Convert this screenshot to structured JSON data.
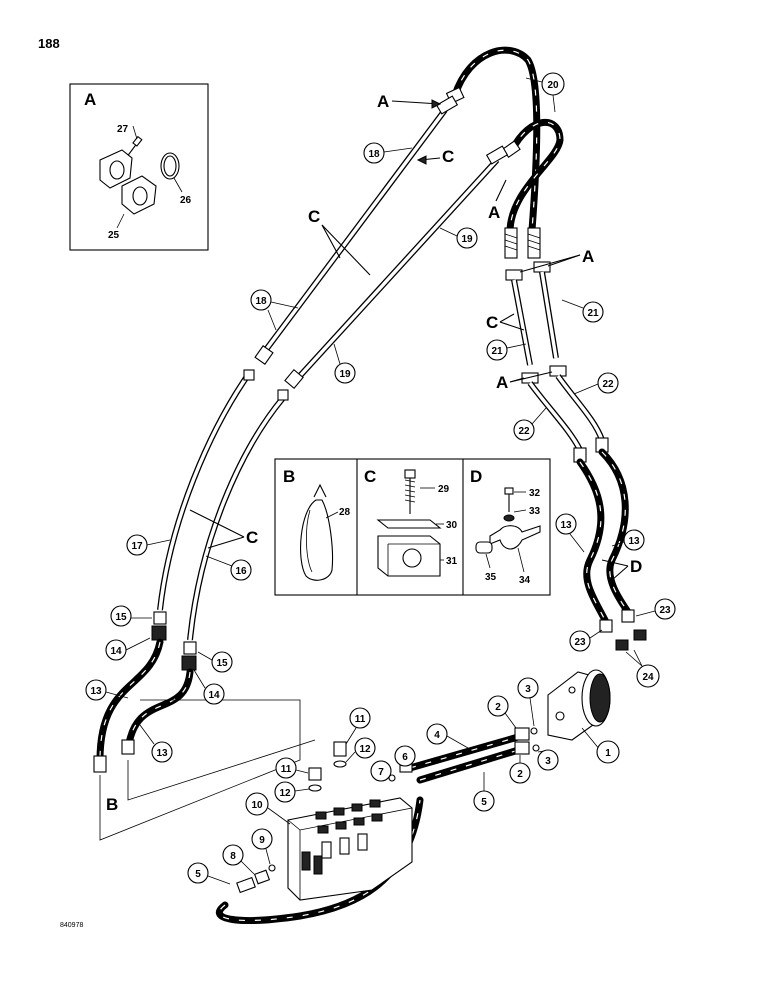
{
  "page_number": "188",
  "figure_code": "840978",
  "insets": {
    "A": {
      "letter": "A",
      "callouts": [
        "27",
        "26",
        "25"
      ]
    },
    "B": {
      "letter": "B",
      "callouts": [
        "28"
      ]
    },
    "C": {
      "letter": "C",
      "callouts": [
        "29",
        "30",
        "31"
      ]
    },
    "D": {
      "letter": "D",
      "callouts": [
        "32",
        "33",
        "34",
        "35"
      ]
    }
  },
  "detail_letters": {
    "A_top": "A",
    "A_mid": "A",
    "A_right": "A",
    "A_lower": "A",
    "C_left": "C",
    "C_mid": "C",
    "C_right": "C",
    "C_lower": "C",
    "B_bottom": "B",
    "D_right": "D"
  },
  "callouts": {
    "c1": "1",
    "c2a": "2",
    "c2b": "2",
    "c3a": "3",
    "c3b": "3",
    "c4": "4",
    "c5a": "5",
    "c5b": "5",
    "c6": "6",
    "c7": "7",
    "c8": "8",
    "c9": "9",
    "c10": "10",
    "c11a": "11",
    "c11b": "11",
    "c12a": "12",
    "c12b": "12",
    "c13a": "13",
    "c13b": "13",
    "c13c": "13",
    "c13d": "13",
    "c14a": "14",
    "c14b": "14",
    "c15a": "15",
    "c15b": "15",
    "c16": "16",
    "c17": "17",
    "c18a": "18",
    "c18b": "18",
    "c19a": "19",
    "c19b": "19",
    "c20": "20",
    "c21a": "21",
    "c21b": "21",
    "c22a": "22",
    "c22b": "22",
    "c23a": "23",
    "c23b": "23",
    "c24": "24"
  }
}
